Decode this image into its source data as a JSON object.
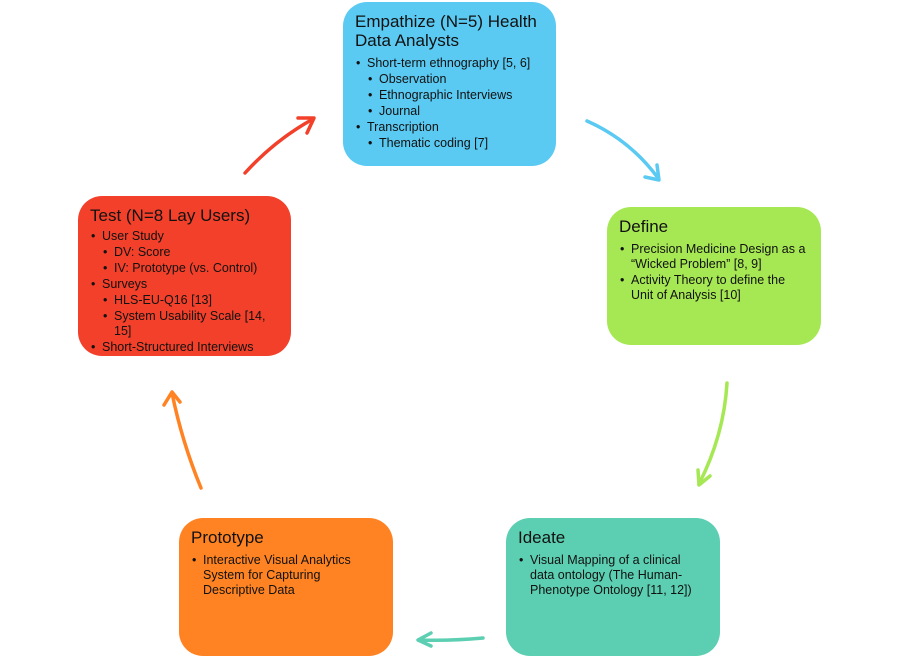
{
  "stages": {
    "empathize": {
      "title": "Empathize (N=5) Health Data Analysts",
      "color": "#5BCAF2",
      "items": [
        {
          "text": "Short-term ethnography [5, 6]",
          "level": 0
        },
        {
          "text": "Observation",
          "level": 1
        },
        {
          "text": "Ethnographic Interviews",
          "level": 1
        },
        {
          "text": "Journal",
          "level": 1
        },
        {
          "text": "Transcription",
          "level": 0
        },
        {
          "text": "Thematic coding [7]",
          "level": 1
        }
      ]
    },
    "define": {
      "title": "Define",
      "color": "#A6E854",
      "items": [
        {
          "text": "Precision Medicine Design as a “Wicked Problem” [8, 9]",
          "level": 0
        },
        {
          "text": "Activity Theory to define the Unit of Analysis [10]",
          "level": 0
        }
      ]
    },
    "ideate": {
      "title": "Ideate",
      "color": "#5CCFB2",
      "items": [
        {
          "text": "Visual Mapping of a clinical data ontology (The Human-Phenotype Ontology [11, 12])",
          "level": 0
        }
      ]
    },
    "prototype": {
      "title": "Prototype",
      "color": "#FF8322",
      "items": [
        {
          "text": "Interactive Visual Analytics System for Capturing Descriptive Data",
          "level": 0
        }
      ]
    },
    "test": {
      "title": "Test (N=8 Lay Users)",
      "color": "#F2402A",
      "items": [
        {
          "text": "User Study",
          "level": 0
        },
        {
          "text": "DV: Score",
          "level": 1
        },
        {
          "text": "IV: Prototype (vs. Control)",
          "level": 1
        },
        {
          "text": "Surveys",
          "level": 0
        },
        {
          "text": "HLS-EU-Q16 [13]",
          "level": 1
        },
        {
          "text": "System Usability Scale [14, 15]",
          "level": 1
        },
        {
          "text": "Short-Structured Interviews",
          "level": 0
        }
      ]
    }
  },
  "arrows": [
    {
      "from": "test",
      "to": "empathize",
      "color": "#F2402A"
    },
    {
      "from": "empathize",
      "to": "define",
      "color": "#5BCAF2"
    },
    {
      "from": "define",
      "to": "ideate",
      "color": "#A6E854"
    },
    {
      "from": "ideate",
      "to": "prototype",
      "color": "#5CCFB2"
    },
    {
      "from": "prototype",
      "to": "test",
      "color": "#FF8322"
    }
  ]
}
